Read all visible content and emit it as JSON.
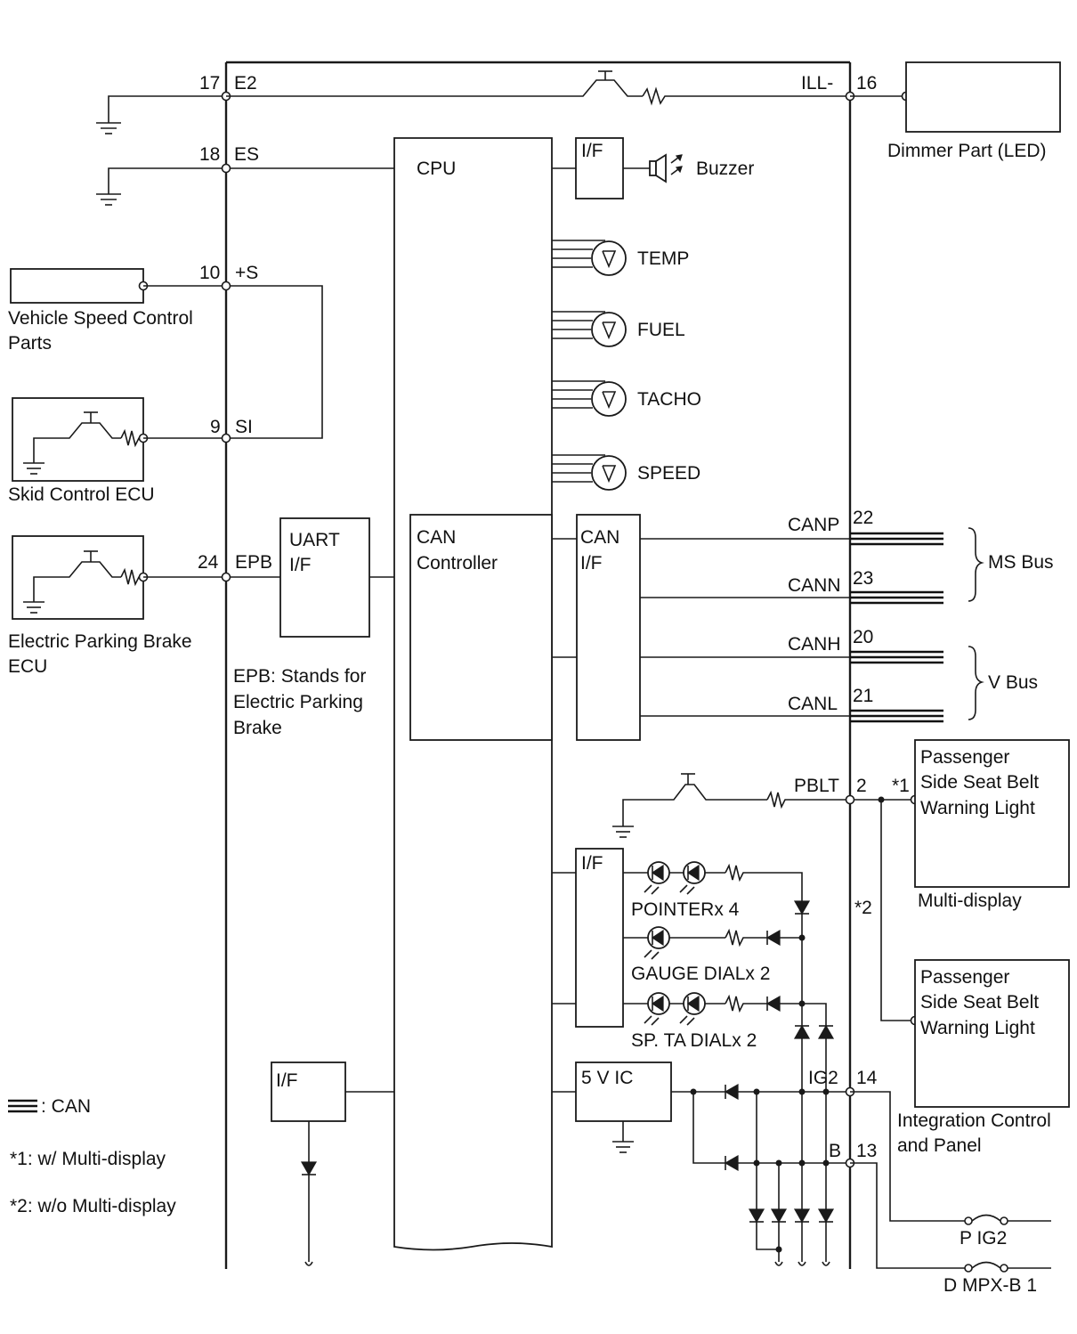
{
  "pins": {
    "e2": {
      "num": "17",
      "name": "E2"
    },
    "es": {
      "num": "18",
      "name": "ES"
    },
    "s": {
      "num": "10",
      "name": "+S"
    },
    "si": {
      "num": "9",
      "name": "SI"
    },
    "epb": {
      "num": "24",
      "name": "EPB"
    },
    "ill": {
      "num": "16",
      "name": "ILL-"
    },
    "canp": {
      "num": "22",
      "name": "CANP"
    },
    "cann": {
      "num": "23",
      "name": "CANN"
    },
    "canh": {
      "num": "20",
      "name": "CANH"
    },
    "canl": {
      "num": "21",
      "name": "CANL"
    },
    "pblt": {
      "num": "2",
      "name": "PBLT"
    },
    "ig2": {
      "num": "14",
      "name": "IG2"
    },
    "b": {
      "num": "13",
      "name": "B"
    }
  },
  "blocks": {
    "cpu": "CPU",
    "if_buzzer": "I/F",
    "buzzer": "Buzzer",
    "gauges": [
      "TEMP",
      "FUEL",
      "TACHO",
      "SPEED"
    ],
    "can_controller": [
      "CAN",
      "Controller"
    ],
    "can_if": [
      "CAN",
      "I/F"
    ],
    "uart_if": [
      "UART",
      "I/F"
    ],
    "if_led": "I/F",
    "if_bottom": "I/F",
    "ic_5v": "5 V IC"
  },
  "external": {
    "dimmer": "Dimmer Part (LED)",
    "vehicle_speed": [
      "Vehicle Speed Control",
      "Parts"
    ],
    "skid": "Skid Control ECU",
    "epb_ecu": [
      "Electric Parking Brake",
      "ECU"
    ],
    "epb_note": [
      "EPB: Stands for",
      "Electric Parking",
      "Brake"
    ],
    "seatbelt_1": [
      "Passenger",
      "Side Seat Belt",
      "Warning Light"
    ],
    "multi_display": "Multi-display",
    "seatbelt_2": [
      "Passenger",
      "Side Seat Belt",
      "Warning Light"
    ],
    "integration": [
      "Integration Control",
      "and Panel"
    ],
    "ms_bus": "MS Bus",
    "v_bus": "V Bus",
    "fuse_pig2": "P IG2",
    "fuse_dmpx": "D MPX-B 1"
  },
  "leds": {
    "pointer": "POINTERx 4",
    "gauge_dial": "GAUGE DIALx 2",
    "spta_dial": "SP. TA DIALx 2"
  },
  "notes": {
    "marker1": "*1",
    "marker2": "*2",
    "can_legend": ": CAN",
    "note1": "*1: w/ Multi-display",
    "note2": "*2: w/o Multi-display"
  }
}
